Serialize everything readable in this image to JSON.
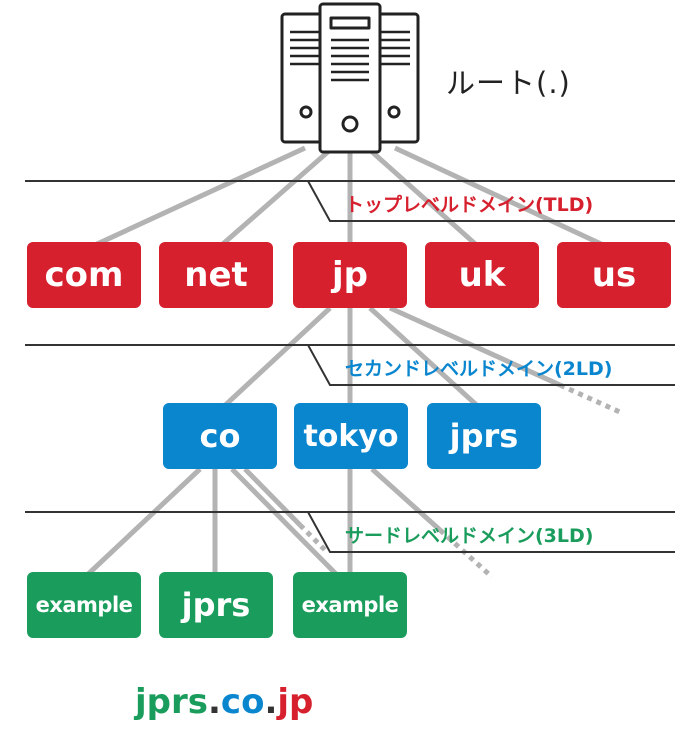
{
  "colors": {
    "tld": "#d6202e",
    "sld": "#0a86cf",
    "thld": "#1a9d5c",
    "line": "#b3b3b3",
    "rule": "#333333"
  },
  "root": {
    "label": "ルート(.)",
    "icon": "server-rack-icon"
  },
  "levels": {
    "tld": {
      "label": "トップレベルドメイン(TLD)",
      "nodes": [
        "com",
        "net",
        "jp",
        "uk",
        "us"
      ]
    },
    "sld": {
      "label": "セカンドレベルドメイン(2LD)",
      "nodes": [
        "co",
        "tokyo",
        "jprs"
      ]
    },
    "thld": {
      "label": "サードレベルドメイン(3LD)",
      "nodes": [
        "example",
        "jprs",
        "example"
      ]
    }
  },
  "example_domain": {
    "part1": "jprs",
    "dot1": ".",
    "part2": "co",
    "dot2": ".",
    "part3": "jp"
  }
}
